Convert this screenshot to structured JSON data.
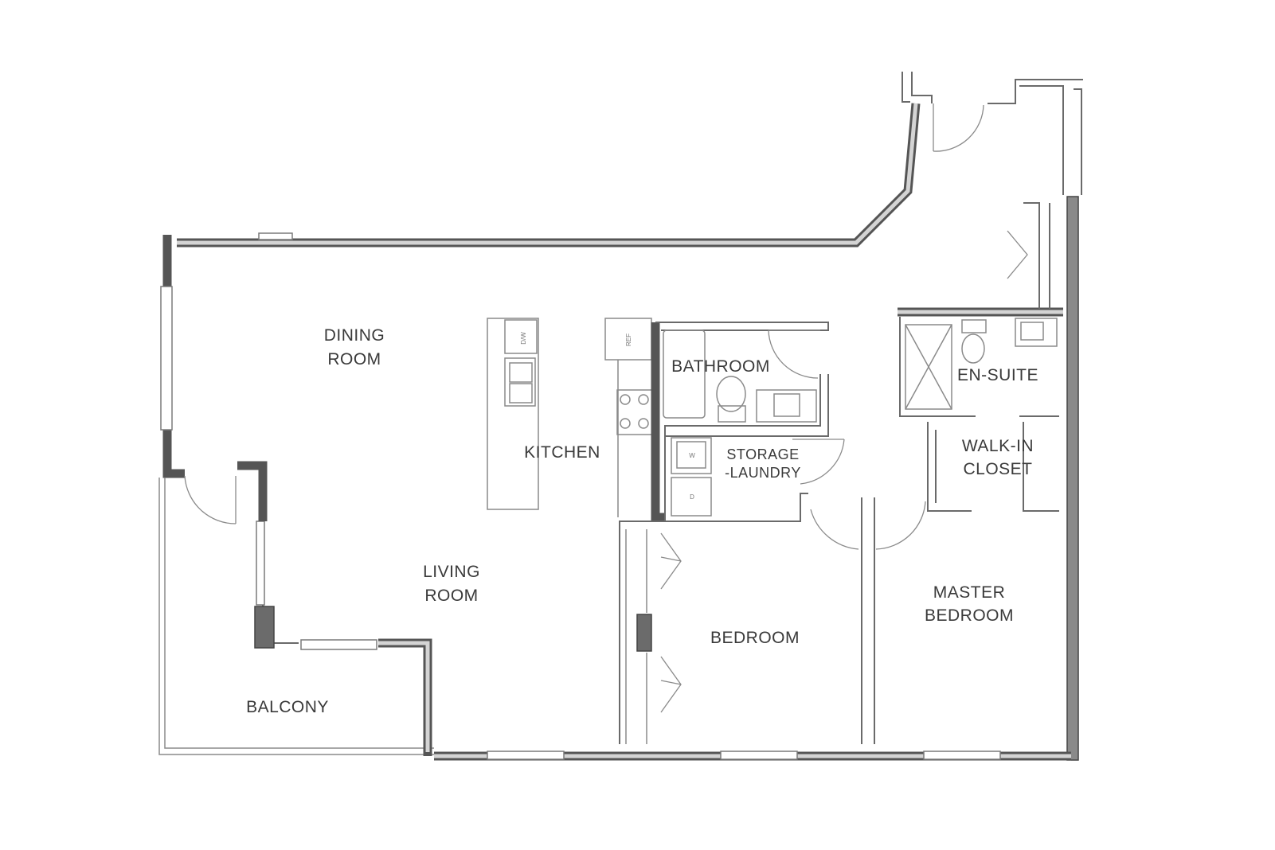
{
  "rooms": {
    "dining_line1": "DINING",
    "dining_line2": "ROOM",
    "kitchen": "KITCHEN",
    "bathroom": "BATHROOM",
    "storage_line1": "STORAGE",
    "storage_line2": "-LAUNDRY",
    "ensuite": "EN-SUITE",
    "walkin_line1": "WALK-IN",
    "walkin_line2": "CLOSET",
    "living_line1": "LIVING",
    "living_line2": "ROOM",
    "bedroom": "BEDROOM",
    "master_line1": "MASTER",
    "master_line2": "BEDROOM",
    "balcony": "BALCONY"
  },
  "fixtures": {
    "dishwasher": "D/W",
    "refrigerator": "REF",
    "washer": "W",
    "dryer": "D"
  },
  "colors": {
    "wall": "#555555",
    "wall_fill": "#d4d4d4",
    "line": "#6a6a6a",
    "text": "#3a3a3a"
  }
}
